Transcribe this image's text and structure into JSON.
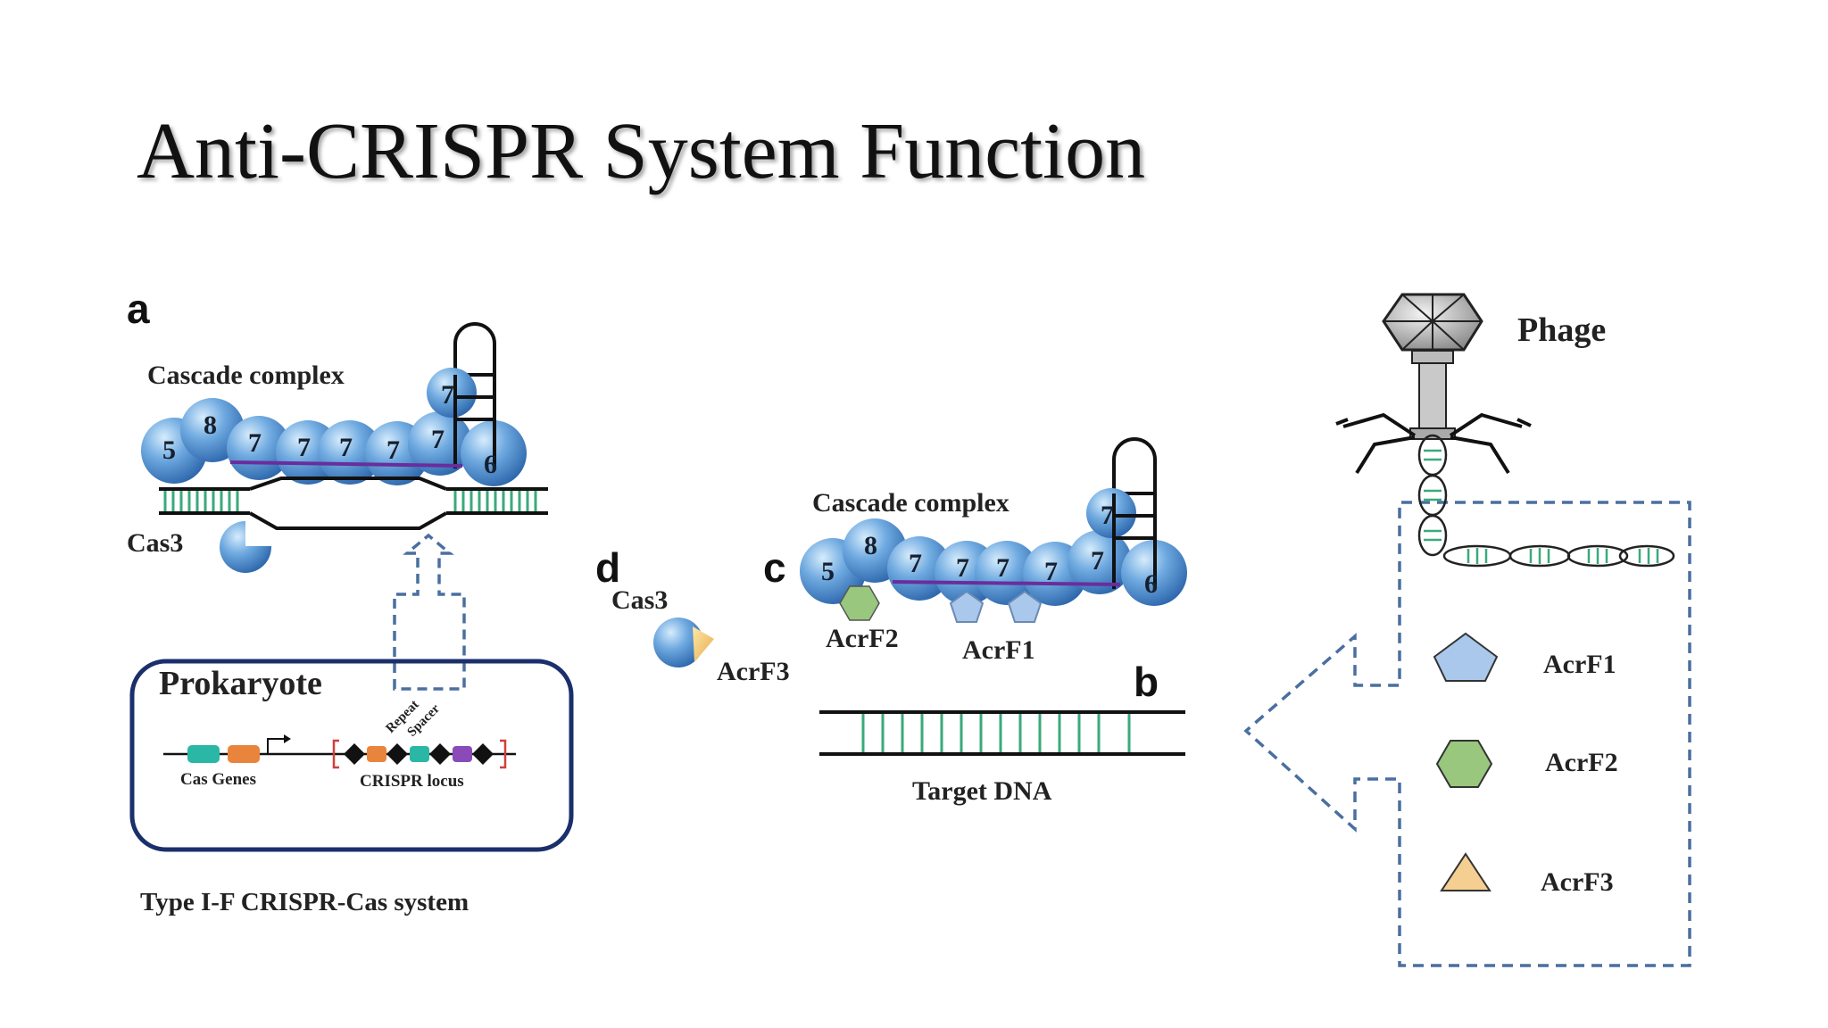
{
  "title": "Anti-CRISPR System Function",
  "panels": {
    "a": "a",
    "b": "b",
    "c": "c",
    "d": "d"
  },
  "cascade_label": "Cascade complex",
  "cascade_subunits": {
    "s5": "5",
    "s8": "8",
    "s7": "7",
    "s6": "6"
  },
  "cas3_label": "Cas3",
  "prokaryote": {
    "title": "Prokaryote",
    "cas_genes": "Cas Genes",
    "crispr_locus": "CRISPR locus",
    "repeat": "Repeat",
    "spacer": "Spacer"
  },
  "system_caption": "Type I-F CRISPR-Cas system",
  "target_dna": "Target DNA",
  "phage_label": "Phage",
  "acr": {
    "f1": "AcrF1",
    "f2": "AcrF2",
    "f3": "AcrF3"
  },
  "colors": {
    "sphere": "#4d8fd0",
    "sphere_light": "#bfe0fa",
    "dna_green": "#3aaa7a",
    "crrna_purple": "#6a2d9c",
    "dashed_blue": "#4a6fa0",
    "acrf1": "#a9c8ec",
    "acrf2": "#98c77d",
    "acrf3": "#f5cf92",
    "box_navy": "#1a2f6b"
  },
  "icons": [
    "phage-icon",
    "pentagon-icon",
    "hexagon-icon",
    "triangle-icon",
    "promoter-arrow-icon"
  ]
}
